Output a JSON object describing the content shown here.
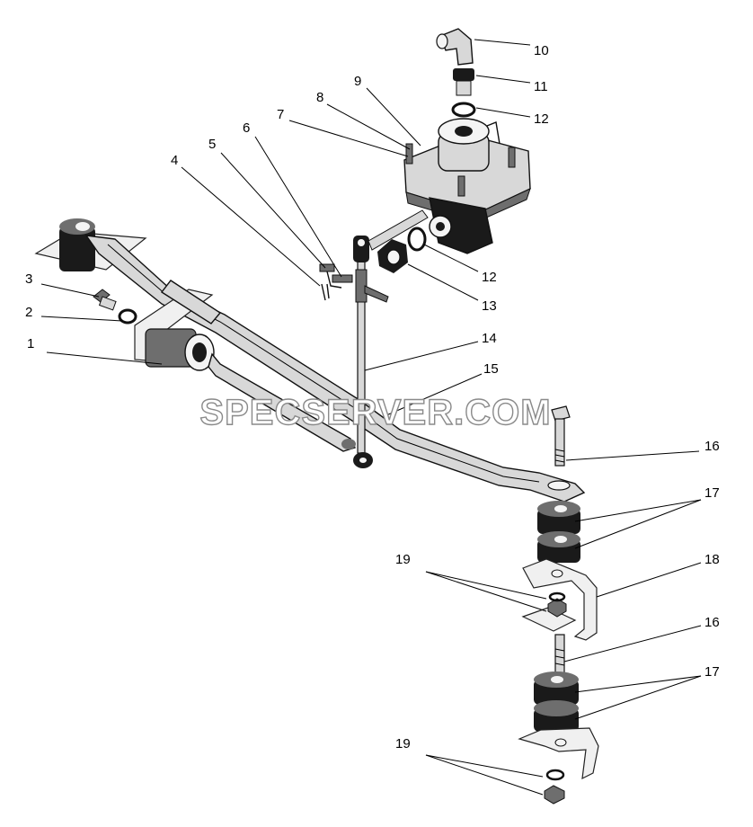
{
  "watermark": "SPECSERVER.COM",
  "callouts": [
    {
      "id": "1",
      "label": "1"
    },
    {
      "id": "2",
      "label": "2"
    },
    {
      "id": "3",
      "label": "3"
    },
    {
      "id": "4",
      "label": "4"
    },
    {
      "id": "5",
      "label": "5"
    },
    {
      "id": "6",
      "label": "6"
    },
    {
      "id": "7",
      "label": "7"
    },
    {
      "id": "8",
      "label": "8"
    },
    {
      "id": "9",
      "label": "9"
    },
    {
      "id": "10",
      "label": "10"
    },
    {
      "id": "11",
      "label": "11"
    },
    {
      "id": "12a",
      "label": "12"
    },
    {
      "id": "12b",
      "label": "12"
    },
    {
      "id": "13",
      "label": "13"
    },
    {
      "id": "14",
      "label": "14"
    },
    {
      "id": "15",
      "label": "15"
    },
    {
      "id": "16a",
      "label": "16"
    },
    {
      "id": "16b",
      "label": "16"
    },
    {
      "id": "17a",
      "label": "17"
    },
    {
      "id": "17b",
      "label": "17"
    },
    {
      "id": "18",
      "label": "18"
    },
    {
      "id": "19a",
      "label": "19"
    },
    {
      "id": "19b",
      "label": "19"
    }
  ]
}
